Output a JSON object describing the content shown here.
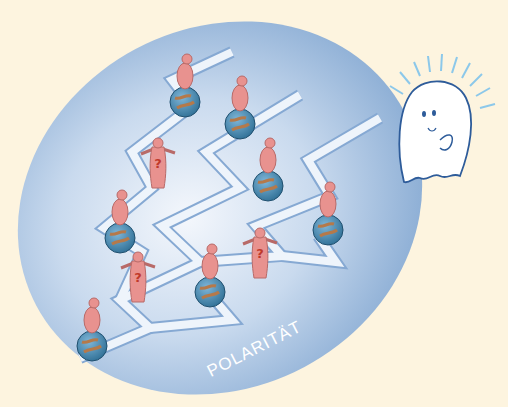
{
  "diagram": {
    "nodes": [
      {
        "text": [
          "POLARITÄT"
        ]
      },
      {
        "text": [
          "?"
        ],
        "in": 0
      },
      {
        "text": [
          "?"
        ],
        "in": 0
      },
      {
        "text": [
          "?"
        ],
        "in": 0
      }
    ]
  }
}
